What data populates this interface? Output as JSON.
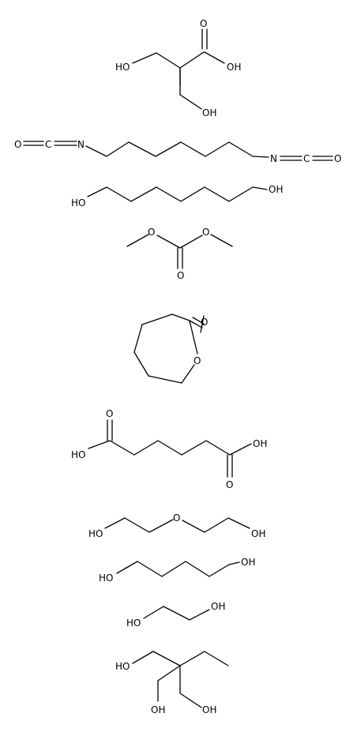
{
  "labels": {
    "dmpa": {
      "o_carbonyl": "O",
      "oh_acid": "OH",
      "ho_left": "HO",
      "oh_bottom": "OH"
    },
    "hdi": {
      "o_left": "O",
      "c_left": "C",
      "n_left": "N",
      "n_right": "N",
      "c_right": "C",
      "o_right": "O"
    },
    "hexanediol": {
      "ho": "HO",
      "oh": "OH"
    },
    "dmc": {
      "o_left": "O",
      "o_right": "O",
      "o_carbonyl": "O"
    },
    "caprolactone": {
      "o_carbonyl": "O",
      "o_ring": "O"
    },
    "adipic": {
      "o_top": "O",
      "ho": "HO",
      "oh": "OH",
      "o_bottom": "O"
    },
    "deg": {
      "ho": "HO",
      "o_ether": "O",
      "oh": "OH"
    },
    "butanediol": {
      "ho": "HO",
      "oh": "OH"
    },
    "ethylene_glycol": {
      "ho": "HO",
      "oh": "OH"
    },
    "tmp": {
      "ho_top": "HO",
      "oh_bottom_left": "OH",
      "oh_bottom_right": "OH"
    }
  }
}
